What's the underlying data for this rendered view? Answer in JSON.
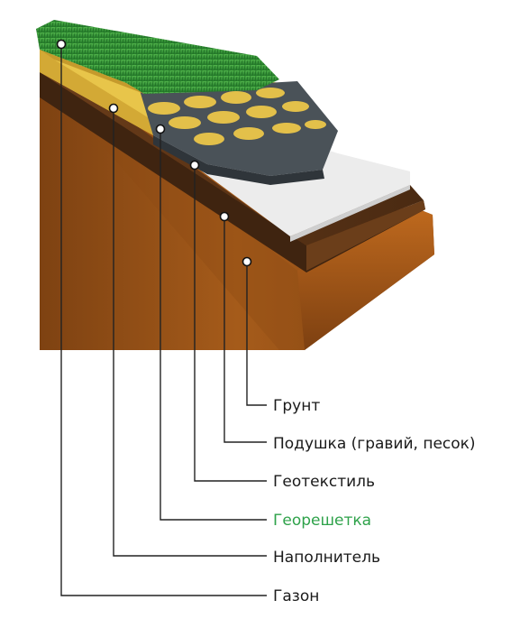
{
  "labels": [
    {
      "key": "soil",
      "text": "Грунт",
      "color": "#1a1a1a"
    },
    {
      "key": "cushion",
      "text": "Подушка (гравий, песок)",
      "color": "#1a1a1a"
    },
    {
      "key": "geotextile",
      "text": "Геотекстиль",
      "color": "#1a1a1a"
    },
    {
      "key": "geogrid",
      "text": "Георешетка",
      "color": "#2ea24a"
    },
    {
      "key": "filler",
      "text": "Наполнитель",
      "color": "#1a1a1a"
    },
    {
      "key": "lawn",
      "text": "Газон",
      "color": "#1a1a1a"
    }
  ],
  "colors": {
    "soil": "#9a5418",
    "cushion": "#5a3416",
    "geotextile": "#e6e6e6",
    "geogrid": "#4a5258",
    "filler": "#e8c54a",
    "lawn": "#3c9a3a",
    "leader": "#222222"
  }
}
